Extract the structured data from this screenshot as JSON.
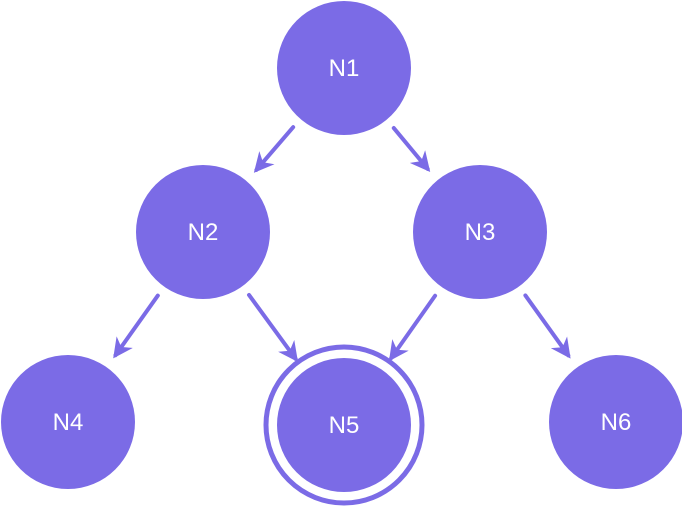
{
  "colors": {
    "node": "#7B6BE6",
    "edge": "#7B6BE6",
    "label": "#FFFFFF"
  },
  "nodes": [
    {
      "id": "N1",
      "label": "N1",
      "highlighted": false
    },
    {
      "id": "N2",
      "label": "N2",
      "highlighted": false
    },
    {
      "id": "N3",
      "label": "N3",
      "highlighted": false
    },
    {
      "id": "N4",
      "label": "N4",
      "highlighted": false
    },
    {
      "id": "N5",
      "label": "N5",
      "highlighted": true
    },
    {
      "id": "N6",
      "label": "N6",
      "highlighted": false
    }
  ],
  "edges": [
    {
      "from": "N1",
      "to": "N2"
    },
    {
      "from": "N1",
      "to": "N3"
    },
    {
      "from": "N2",
      "to": "N4"
    },
    {
      "from": "N2",
      "to": "N5"
    },
    {
      "from": "N3",
      "to": "N5"
    },
    {
      "from": "N3",
      "to": "N6"
    }
  ]
}
